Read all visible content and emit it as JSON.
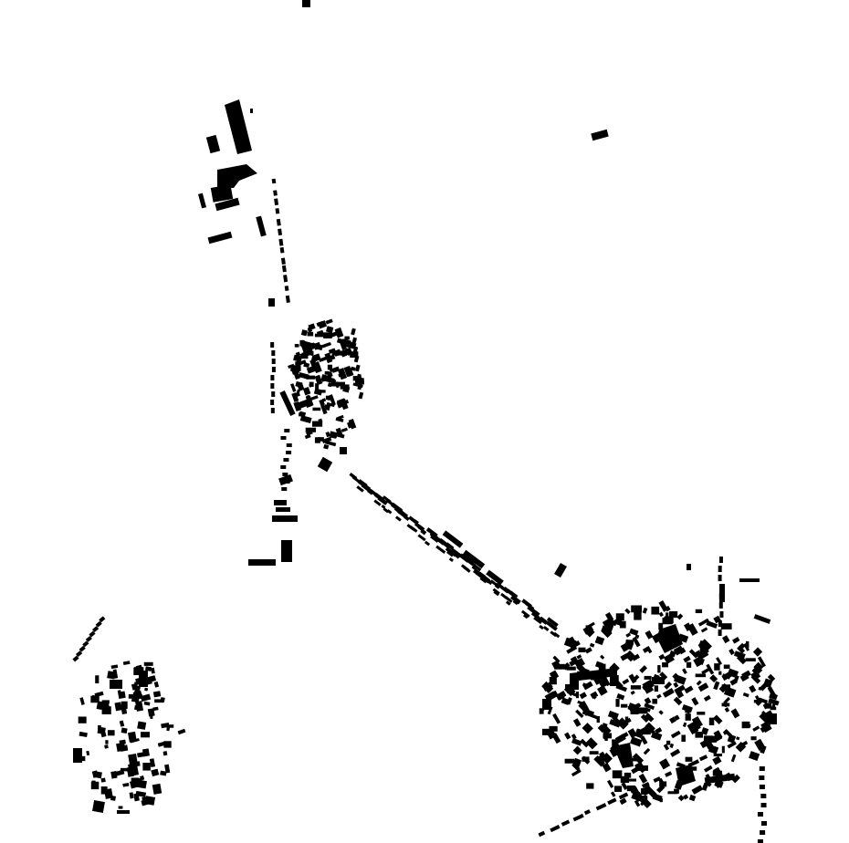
{
  "map": {
    "type": "figure-ground building footprint plan",
    "colors": {
      "background": "#ffffff",
      "buildings": "#000000"
    },
    "settlements": [
      "north-industrial",
      "north-village",
      "connecting-road",
      "south-west-hamlet",
      "south-east-town"
    ]
  }
}
